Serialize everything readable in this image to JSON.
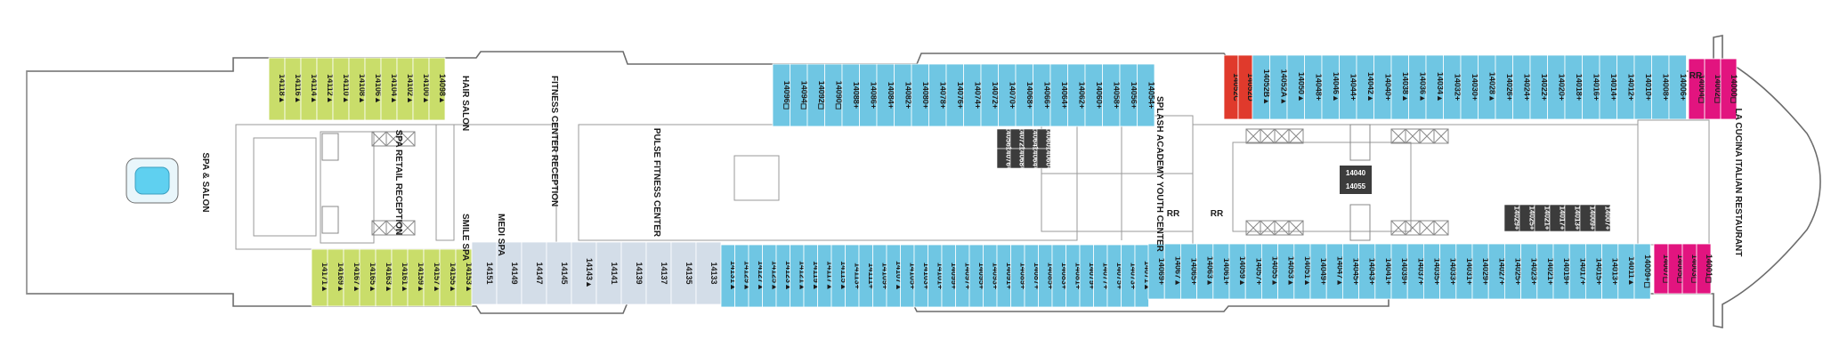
{
  "colors": {
    "green": "#c9dd6a",
    "blue": "#6fc6e3",
    "light": "#d3dde8",
    "red": "#e03a2c",
    "magenta": "#e2147f",
    "lime": "#9fd05c",
    "dark": "#3c3c3c",
    "hull_line": "#6c6c6c"
  },
  "areas": {
    "spa_salon": "SPA & SALON",
    "hair_salon": "HAIR SALON",
    "fitness_reception": "FITNESS CENTER RECEPTION",
    "spa_retail": "SPA RETAIL RECEPTION",
    "medi_spa": "MEDI SPA",
    "smile_spa": "SMILE SPA",
    "pulse": "PULSE FITNESS CENTER",
    "splash": "SPLASH ACADEMY YOUTH CENTER",
    "la_cucina": "LA CUCINA ITALIAN RESTAURANT",
    "rr1": "RR",
    "rr2": "RR",
    "rr3": "RR",
    "elev1": "14040",
    "elev2": "14055"
  },
  "cabins": {
    "top_aft": [
      "14118▲",
      "14116▲",
      "14114▲",
      "14112▲",
      "14110▲",
      "14108▲",
      "14106▲",
      "14104▲",
      "14102▲",
      "14100▲",
      "14098▲"
    ],
    "top_mid": [
      "14096◻",
      "14094◻",
      "14092◻",
      "14090◻",
      "14088+",
      "14086+",
      "14084+",
      "14082+",
      "14080+",
      "14078+",
      "14076+",
      "14074+",
      "14072+",
      "14070+",
      "14068+",
      "14066+",
      "14064+",
      "14062+",
      "14060+",
      "14058+",
      "14056+",
      "14054+"
    ],
    "top_fwd_red": [
      "14052C",
      "14052D"
    ],
    "top_fwd": [
      "14052B▲",
      "14052A▲",
      "14050▲",
      "14048+",
      "14046▲",
      "14044+",
      "14042▲",
      "14040+",
      "14038▲",
      "14036▲",
      "14034▲",
      "14032+",
      "14030+",
      "14028▲",
      "14026+",
      "14024+",
      "14022+",
      "14020+",
      "14018+",
      "14016+",
      "14014+",
      "14012+",
      "14010+",
      "14008+",
      "14006+"
    ],
    "top_fwd_magenta": [
      "14004◻",
      "14002◻",
      "14000◻"
    ],
    "bot_aft": [
      "14171▲",
      "14169▲",
      "14167▲",
      "14165▲",
      "14163▲",
      "14161▲",
      "14159▲",
      "14157▲",
      "14155▲",
      "14153▲"
    ],
    "bot_light": [
      "14151",
      "14149",
      "14147",
      "14145",
      "14143▲",
      "14141",
      "14139",
      "14137",
      "14135",
      "14133"
    ],
    "bot_mid": [
      "14131▲",
      "14129▲",
      "14127▲",
      "14125▲",
      "14123▲",
      "14121▲",
      "14119▲",
      "14117▲",
      "14115▲",
      "14113+",
      "14111+",
      "14109+",
      "14107▲",
      "14105+",
      "14103+",
      "14101+",
      "14099+",
      "14097+",
      "14095+",
      "14093+",
      "14091+",
      "14089+",
      "14087+",
      "14085+",
      "14083+",
      "14081+",
      "14079+",
      "14077+",
      "14075+",
      "14073+",
      "14071▲"
    ],
    "bot_fwd": [
      "14069+",
      "14067▲",
      "14065+",
      "14063▲",
      "14061+",
      "14059▲",
      "14057+",
      "14055▲",
      "14053▲",
      "14051▲",
      "14049+",
      "14047▲",
      "14045+",
      "14043+",
      "14041+",
      "14039+",
      "14037+",
      "14035+",
      "14033+",
      "14031+",
      "14029+",
      "14027+",
      "14025+",
      "14023+",
      "14021+",
      "14019+",
      "14017+",
      "14015+",
      "14013+",
      "14011▲",
      "14009+◻"
    ],
    "bot_fwd_magenta": [
      "14007◻",
      "14005◻",
      "14003◻",
      "14001◻"
    ],
    "dark_upper": [
      "14056+",
      "14072+",
      "14064+",
      "14060+"
    ],
    "dark_lower": [
      "14076+",
      "14068+",
      "14064+",
      "14060+"
    ],
    "dark_fwd": [
      "14029+",
      "14025+",
      "14021+",
      "14017+",
      "14013+",
      "14009+",
      "14007+"
    ]
  }
}
